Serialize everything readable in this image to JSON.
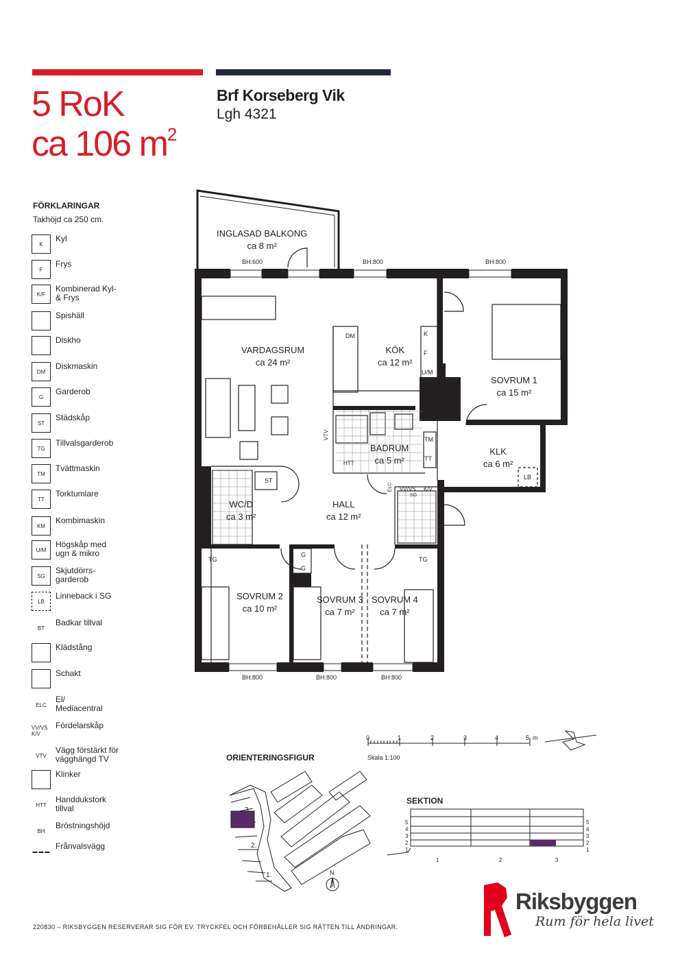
{
  "header": {
    "type": "5 RoK",
    "area_prefix": "ca 106 m",
    "area_sup": "2",
    "project": "Brf Korseberg Vik",
    "apartment": "Lgh 4321",
    "accent_red": "#d71e28",
    "accent_dark": "#24283a"
  },
  "legend": {
    "title": "FÖRKLARINGAR",
    "ceiling": "Takhöjd ca 250 cm.",
    "items": [
      {
        "sym": "K",
        "label": "Kyl"
      },
      {
        "sym": "F",
        "label": "Frys"
      },
      {
        "sym": "K/F",
        "label": "Kombinerad Kyl-\n& Frys"
      },
      {
        "sym": "",
        "label": "Spishäll"
      },
      {
        "sym": "",
        "label": "Diskho"
      },
      {
        "sym": "DM",
        "label": "Diskmaskin"
      },
      {
        "sym": "G",
        "label": "Garderob"
      },
      {
        "sym": "ST",
        "label": "Städskåp"
      },
      {
        "sym": "TG",
        "label": "Tillvalsgarderob"
      },
      {
        "sym": "TM",
        "label": "Tvättmaskin"
      },
      {
        "sym": "TT",
        "label": "Torktumlare"
      },
      {
        "sym": "KM",
        "label": "Kombimaskin"
      },
      {
        "sym": "U/M",
        "label": "Högskåp med\nugn & mikro"
      },
      {
        "sym": "SG",
        "label": "Skjutdörrs-\ngarderob"
      },
      {
        "sym": "LB",
        "label": "Linneback i SG"
      },
      {
        "sym": "BT",
        "label": "Badkar tillval"
      },
      {
        "sym": "",
        "label": "Klädstång"
      },
      {
        "sym": "",
        "label": "Schakt"
      },
      {
        "sym": "ELC",
        "label": "El/\nMediacentral"
      },
      {
        "sym": "VV/VS K/V",
        "label": "Fördelarskåp"
      },
      {
        "sym": "VTV",
        "label": "Vägg förstärkt för\nvägghängd TV"
      },
      {
        "sym": "",
        "label": "Klinker"
      },
      {
        "sym": "HTT",
        "label": "Handdukstork\ntillval"
      },
      {
        "sym": "BH",
        "label": "Bröstningshöjd"
      },
      {
        "sym": "",
        "label": "Frånvalsvägg"
      }
    ]
  },
  "plan": {
    "rooms": [
      {
        "name": "INGLASAD BALKONG",
        "area": "ca 8 m²"
      },
      {
        "name": "VARDAGSRUM",
        "area": "ca 24 m²"
      },
      {
        "name": "KÖK",
        "area": "ca 12 m²"
      },
      {
        "name": "SOVRUM 1",
        "area": "ca 15 m²"
      },
      {
        "name": "BADRUM",
        "area": "ca 5 m²"
      },
      {
        "name": "KLK",
        "area": "ca 6 m²"
      },
      {
        "name": "WC/D",
        "area": "ca 3 m²"
      },
      {
        "name": "HALL",
        "area": "ca 12 m²"
      },
      {
        "name": "SOVRUM 2",
        "area": "ca 10 m²"
      },
      {
        "name": "SOVRUM 3",
        "area": "ca 7 m²"
      },
      {
        "name": "SOVRUM 4",
        "area": "ca 7 m²"
      }
    ],
    "bh": [
      "BH:600",
      "BH:800",
      "BH:800",
      "BH:800",
      "BH:800",
      "BH:800"
    ],
    "fixtures": {
      "dm": "DM",
      "k": "K",
      "f": "F",
      "um": "U/M",
      "tm": "TM",
      "tt": "TT",
      "st": "ST",
      "tg": "TG",
      "g": "G",
      "lb": "LB",
      "vtv": "VTV",
      "htt": "HTT",
      "elc": "ELC",
      "vvvs": "VV/VS",
      "sg": "SG",
      "kv": "K/V"
    }
  },
  "scale": {
    "ticks": [
      "0",
      "1",
      "2",
      "3",
      "4",
      "5"
    ],
    "unit": "m",
    "label": "Skala 1:100"
  },
  "orientation": {
    "title": "ORIENTERINGSFIGUR",
    "buildings": [
      "1.",
      "2.",
      "3."
    ],
    "north": "N"
  },
  "section": {
    "title": "SEKTION",
    "floors": [
      "5",
      "4",
      "3",
      "2",
      "1"
    ],
    "columns": [
      "1",
      "2",
      "3"
    ]
  },
  "footer": "220830 – RIKSBYGGEN RESERVERAR SIG FÖR EV. TRYCKFEL OCH FÖRBEHÅLLER SIG RÄTTEN TILL ÄNDRINGAR.",
  "logo": {
    "name": "Riksbyggen",
    "slogan": "Rum för hela livet",
    "color": "#e2001a"
  }
}
